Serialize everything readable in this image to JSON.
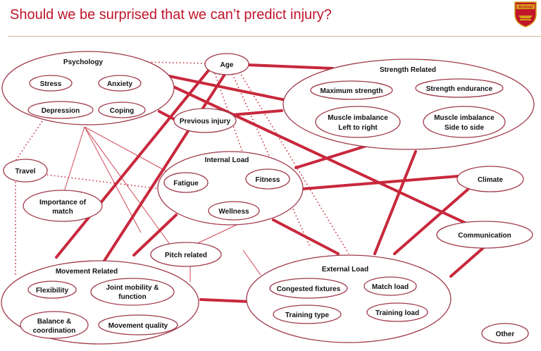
{
  "title": "Should we be surprised that we can’t predict injury?",
  "logo_text": "Arsenal",
  "colors": {
    "accent": "#c0152b",
    "link": "#c8283c",
    "ellipse_stroke": "#a0394a",
    "rule": "#c9b79a"
  },
  "groups": {
    "psychology": "Psychology",
    "strength": "Strength Related",
    "internal": "Internal Load",
    "movement": "Movement Related",
    "external": "External Load"
  },
  "nodes": {
    "age": "Age",
    "stress": "Stress",
    "anxiety": "Anxiety",
    "depression": "Depression",
    "coping": "Coping",
    "max_strength": "Maximum strength",
    "strength_endurance": "Strength endurance",
    "imbalance_lr_1": "Muscle imbalance",
    "imbalance_lr_2": "Left to right",
    "imbalance_ss_1": "Muscle imbalance",
    "imbalance_ss_2": "Side to side",
    "previous_injury": "Previous injury",
    "travel": "Travel",
    "fatigue": "Fatigue",
    "fitness": "Fitness",
    "wellness": "Wellness",
    "importance_1": "Importance of",
    "importance_2": "match",
    "climate": "Climate",
    "communication": "Communication",
    "pitch": "Pitch related",
    "flexibility": "Flexibility",
    "joint_1": "Joint mobility &",
    "joint_2": "function",
    "balance_1": "Balance &",
    "balance_2": "coordination",
    "movement_quality": "Movement quality",
    "congested": "Congested fixtures",
    "match_load": "Match load",
    "training_type": "Training type",
    "training_load": "Training load",
    "other": "Other"
  }
}
